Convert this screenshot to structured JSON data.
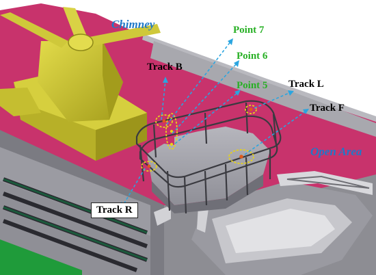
{
  "labels": {
    "chimney": "Chimney",
    "open_area": "Open Area",
    "point7": "Point 7",
    "point6": "Point 6",
    "point5": "Point 5",
    "track_b": "Track B",
    "track_l": "Track L",
    "track_f": "Track F",
    "track_r": "Track R"
  },
  "colors": {
    "deck_magenta": "#c8336c",
    "hull_gray": "#9a9aa0",
    "chimney_yellow": "#c9c233",
    "label_blue": "#1f78c8",
    "label_green": "#27b024",
    "arrow_cyan": "#2aa5e0",
    "marker_yellow": "#e6d21a"
  }
}
